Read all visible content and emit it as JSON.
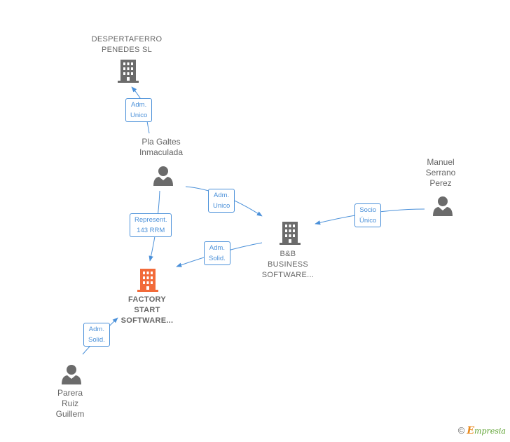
{
  "nodes": {
    "despertaferro": {
      "label": "DESPERTAFERRO\nPENEDES  SL",
      "icon": "building-icon",
      "color": "#6b6b6b"
    },
    "pla_galtes": {
      "label": "Pla Galtes\nInmaculada",
      "icon": "person-icon",
      "color": "#6b6b6b"
    },
    "manuel": {
      "label": "Manuel\nSerrano\nPerez",
      "icon": "person-icon",
      "color": "#6b6b6b"
    },
    "bb": {
      "label": "B&B\nBUSINESS\nSOFTWARE...",
      "icon": "building-icon",
      "color": "#6b6b6b"
    },
    "factory": {
      "label": "FACTORY\nSTART\nSOFTWARE...",
      "icon": "building-icon",
      "color": "#f26b3a"
    },
    "parera": {
      "label": "Parera\nRuiz\nGuillem",
      "icon": "person-icon",
      "color": "#6b6b6b"
    }
  },
  "edges": {
    "e1": "Adm.\nUnico",
    "e2": "Adm.\nUnico",
    "e3": "Represent.\n143 RRM",
    "e4": "Socio\nÚnico",
    "e5": "Adm.\nSolid.",
    "e6": "Adm.\nSolid."
  },
  "colors": {
    "edge": "#4a90d9"
  },
  "brand": {
    "copyright": "©",
    "name": "mpresia",
    "initial": "E"
  }
}
